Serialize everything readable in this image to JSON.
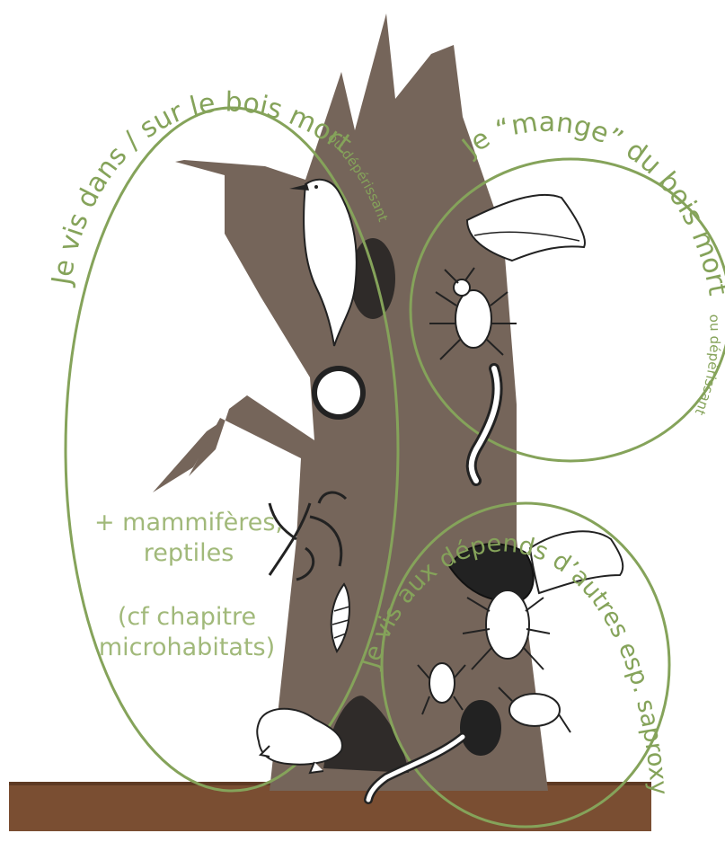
{
  "labels": {
    "dead_wood": "Je vis dans / sur le bois mort",
    "dead_wood_suffix": "ou dépérissant",
    "eats": "Je “mange” du bois mort",
    "eats_suffix": "ou dépérissant",
    "depends": "Je vis aux dépends d’autres esp. saproxyliques"
  },
  "notes": {
    "mammals_line1": "+ mammifères,",
    "mammals_line2": "reptiles",
    "chapter_line1": "(cf chapitre",
    "chapter_line2": "microhabitats)"
  },
  "colors": {
    "trunk": "#75655a",
    "ground": "#7a4e32",
    "outline": "#85a35a",
    "text": "#a1b97a",
    "dark": "#2f2b29"
  }
}
